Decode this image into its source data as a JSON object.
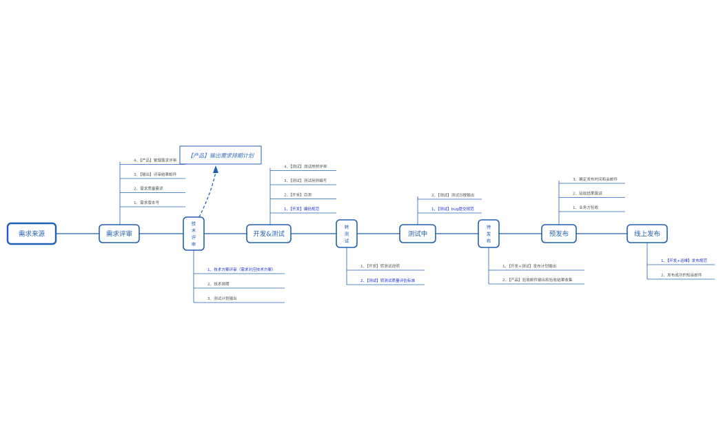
{
  "diagram": {
    "nodes": [
      {
        "id": "n0",
        "label": "需求来源",
        "bold": true
      },
      {
        "id": "n1",
        "label": "需求评审"
      },
      {
        "id": "n2",
        "label": "技\n术\n评\n审",
        "vertical": true
      },
      {
        "id": "n3",
        "label": "开发&测试"
      },
      {
        "id": "n4",
        "label": "转\n测\n试",
        "vertical": true
      },
      {
        "id": "n5",
        "label": "测试中"
      },
      {
        "id": "n6",
        "label": "待\n发\n布",
        "vertical": true
      },
      {
        "id": "n7",
        "label": "预发布"
      },
      {
        "id": "n8",
        "label": "线上发布"
      }
    ],
    "branches": [
      {
        "parent": "n1",
        "dir": "up",
        "items": [
          {
            "text": "1、需求版本号"
          },
          {
            "text": "2、需求质量要求"
          },
          {
            "text": "3、【输出】评审结果邮件"
          },
          {
            "text": "4、【产品】管理需求评审"
          }
        ]
      },
      {
        "parent": "n2",
        "dir": "down",
        "items": [
          {
            "text": "1、技术方案评审（需求对应技术方案）",
            "highlight": true
          },
          {
            "text": "2、技术排期"
          },
          {
            "text": "3、测试计划输出"
          }
        ]
      },
      {
        "parent": "n3",
        "dir": "up",
        "items": [
          {
            "text": "1、【开发】编码规范",
            "highlight": true
          },
          {
            "text": "2、【开发】自测"
          },
          {
            "text": "3、【测试】测试用例编写"
          },
          {
            "text": "4、【测试】测试用例评审"
          }
        ]
      },
      {
        "parent": "n4",
        "dir": "down",
        "items": [
          {
            "text": "1、【开发】转测试说明"
          },
          {
            "text": "2、【测试】转测试质量评估标准",
            "highlight": true
          }
        ]
      },
      {
        "parent": "n5",
        "dir": "up",
        "items": [
          {
            "text": "1、【测试】bug提交规范",
            "highlight": true
          },
          {
            "text": "2、【测试】测试日报输出"
          }
        ]
      },
      {
        "parent": "n6",
        "dir": "down",
        "items": [
          {
            "text": "1、【开发+测试】发布计划输出"
          },
          {
            "text": "2、【产品】验收邮件输出和验收结果收集"
          }
        ]
      },
      {
        "parent": "n7",
        "dir": "up",
        "items": [
          {
            "text": "1、业务方验收"
          },
          {
            "text": "2、验收结果跟进"
          },
          {
            "text": "3、确定发布时间和会邮件"
          }
        ]
      },
      {
        "parent": "n8",
        "dir": "down",
        "items": [
          {
            "text": "1、【开发+运维】发布规范",
            "highlight": true
          },
          {
            "text": "2、发布成功的知会邮件"
          }
        ]
      }
    ],
    "floating": {
      "label": "【产品】输出需求排期计划",
      "attached_to": "n2"
    },
    "colors": {
      "line": "#1f5fb4",
      "highlight_text": "#1a2fd6",
      "sub_text": "#555555"
    }
  }
}
